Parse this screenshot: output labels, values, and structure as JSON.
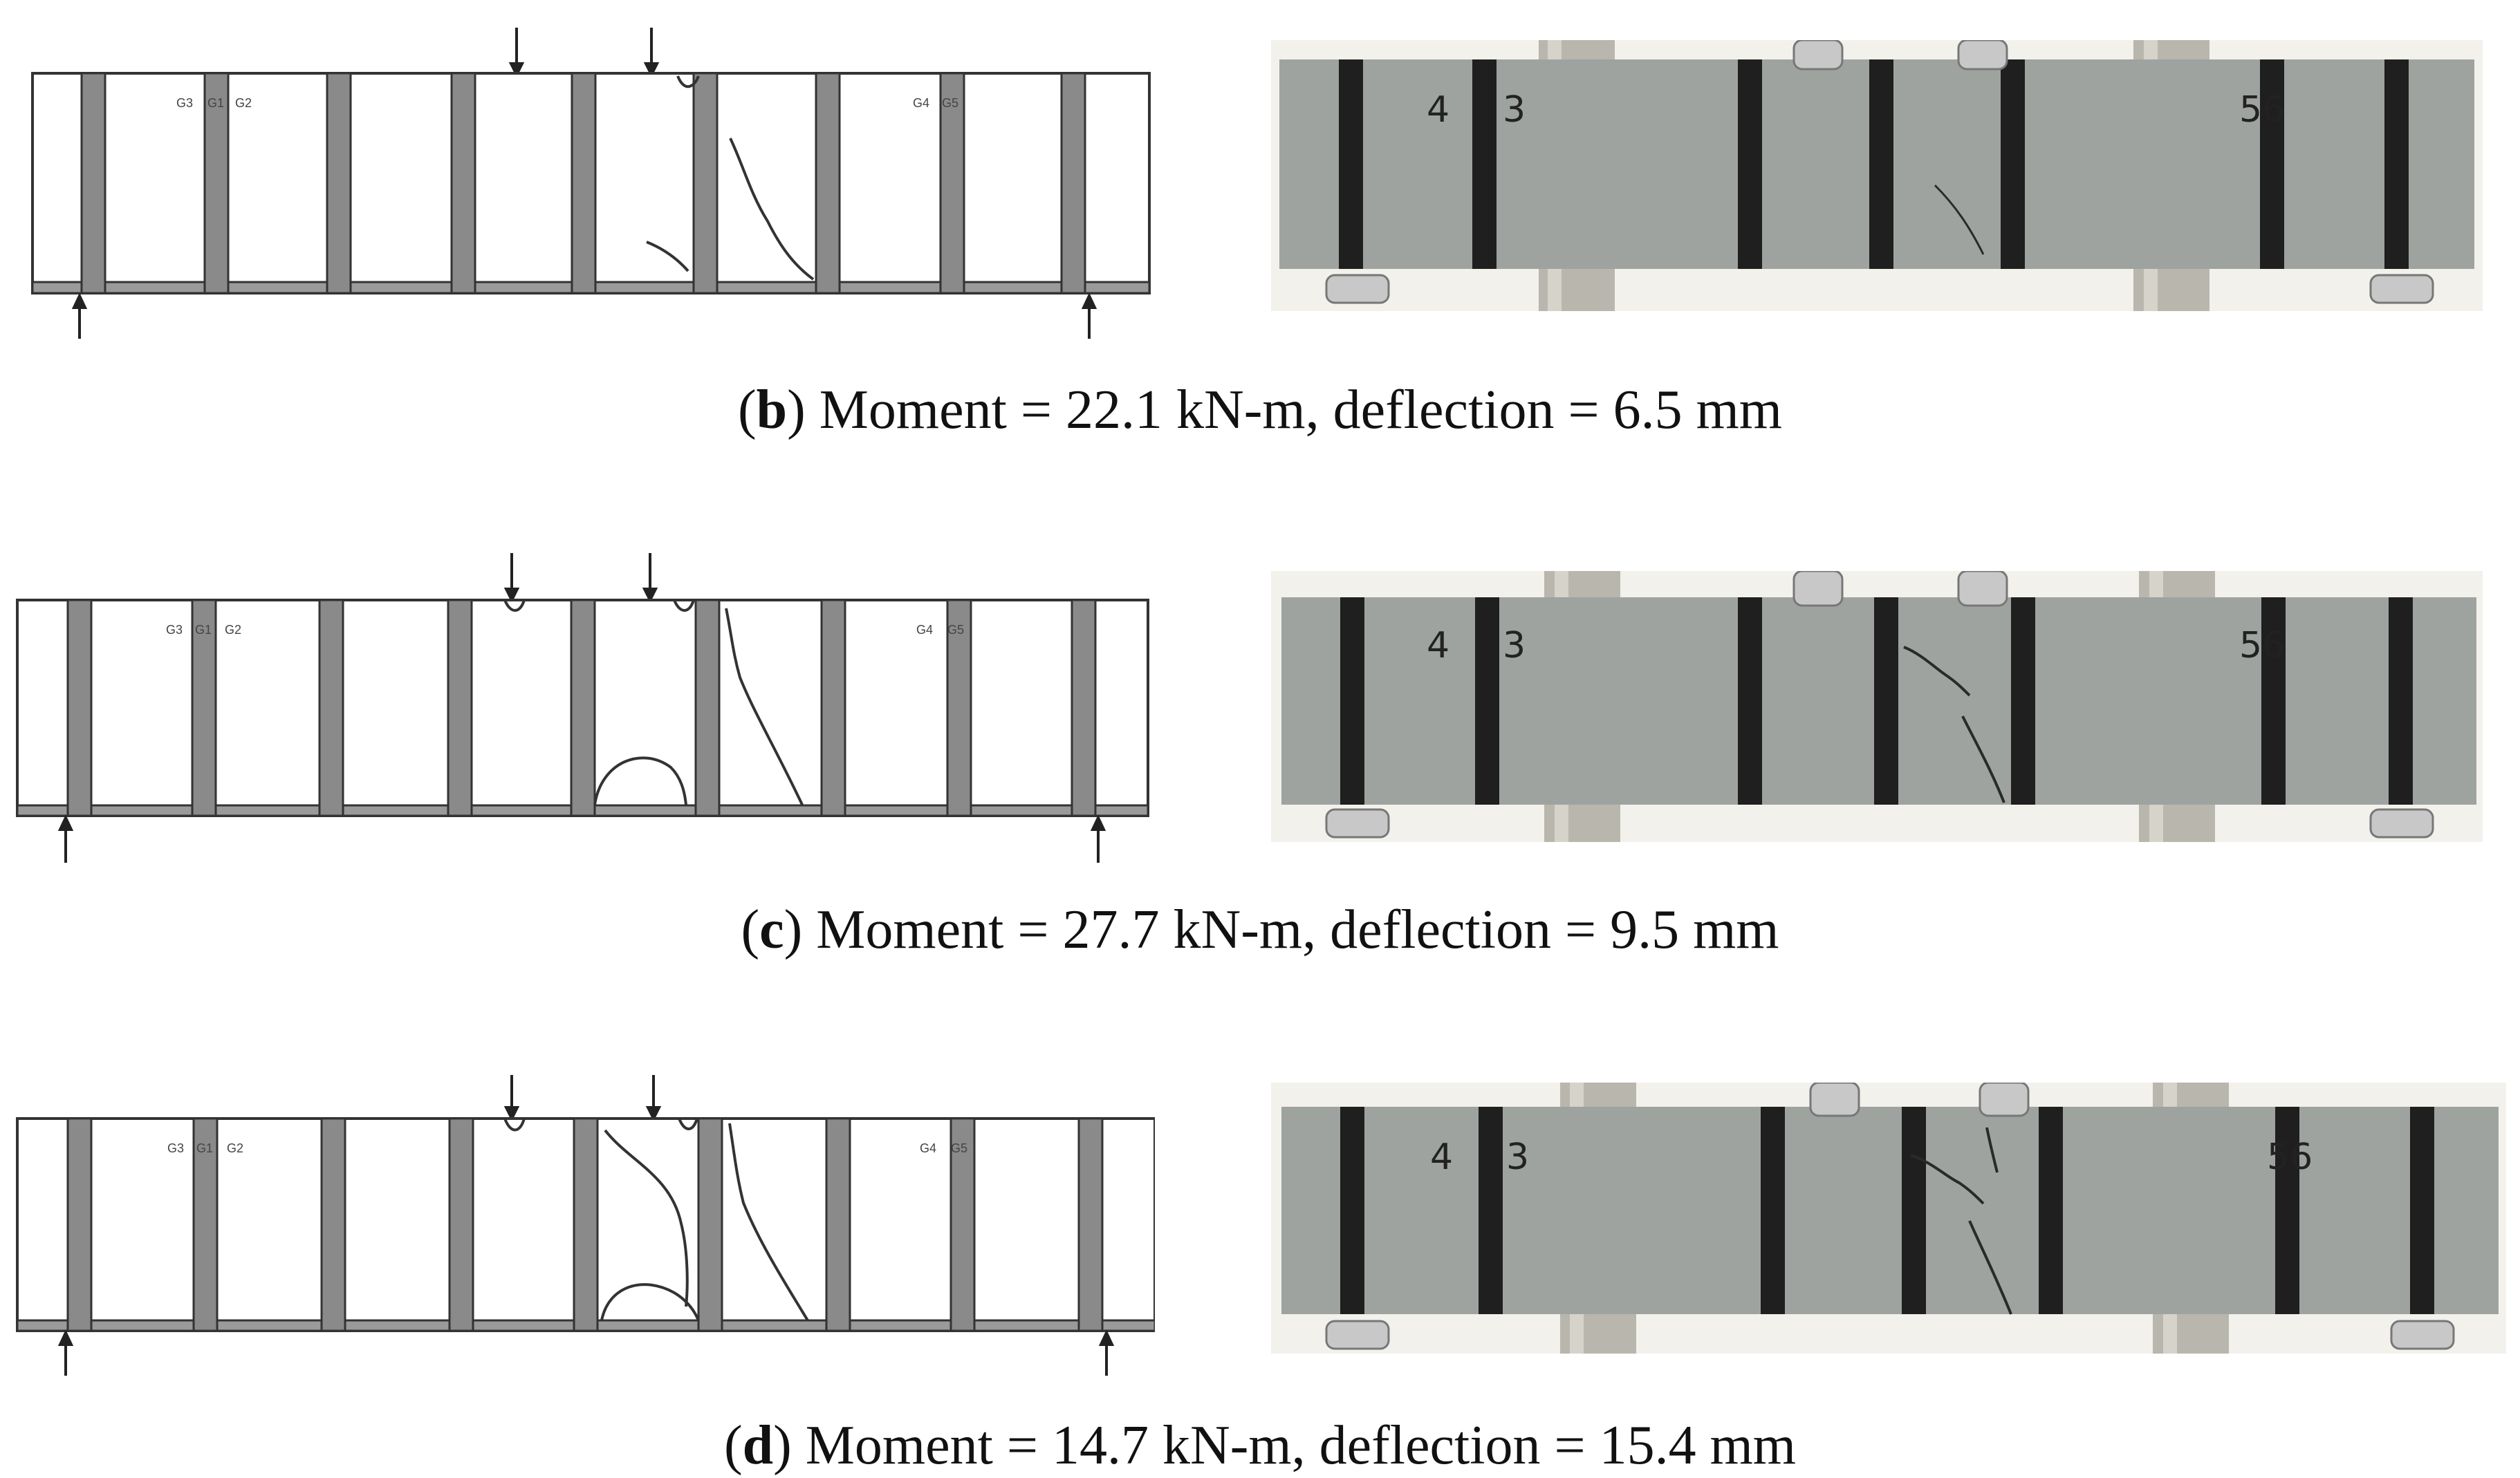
{
  "panels": [
    {
      "letter": "b",
      "caption": "Moment = 22.1 kN-m, deflection = 6.5 mm",
      "gauge_labels": {
        "g3": "G3",
        "g1": "G1",
        "g2": "G2",
        "g4": "G4",
        "g5": "G5"
      },
      "photo_marks": {
        "left": "4",
        "left2": "3",
        "right": "56"
      }
    },
    {
      "letter": "c",
      "caption": "Moment = 27.7 kN-m, deflection = 9.5 mm",
      "gauge_labels": {
        "g3": "G3",
        "g1": "G1",
        "g2": "G2",
        "g4": "G4",
        "g5": "G5"
      },
      "photo_marks": {
        "left": "4",
        "left2": "3",
        "right": "56"
      }
    },
    {
      "letter": "d",
      "caption": "Moment = 14.7 kN-m, deflection = 15.4 mm",
      "gauge_labels": {
        "g3": "G3",
        "g1": "G1",
        "g2": "G2",
        "g4": "G4",
        "g5": "G5"
      },
      "photo_marks": {
        "left": "4",
        "left2": "3",
        "right": "56"
      }
    }
  ],
  "colors": {
    "strap": "#8a8a8a",
    "concrete": "#9ea3a0",
    "carbon": "#1f1f1f",
    "pillar": "#b9b6ad",
    "background": "#f3f1ec"
  }
}
